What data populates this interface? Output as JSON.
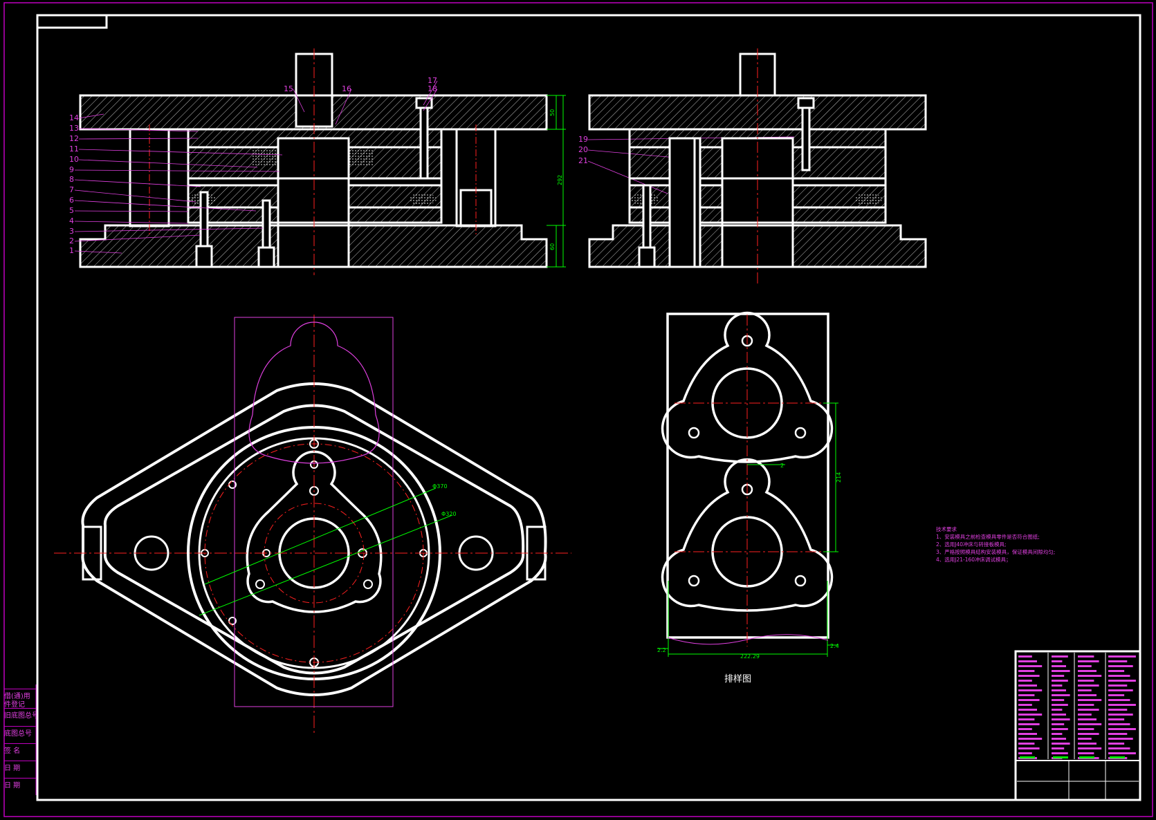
{
  "colors": {
    "background": "#000000",
    "outline": "#ffffff",
    "border": "#c000c0",
    "leader_lines": "#e040e0",
    "centerline": "#ff2020",
    "dimension": "#00ff00",
    "hatch": "#bfbfbf"
  },
  "part_numbers": [
    "1",
    "2",
    "3",
    "4",
    "5",
    "6",
    "7",
    "8",
    "9",
    "10",
    "11",
    "12",
    "13",
    "14",
    "15",
    "16",
    "17",
    "18",
    "19",
    "20",
    "21"
  ],
  "dimensions": {
    "upper_plate": "50",
    "total_height": "292",
    "lower_plate": "60",
    "bolt_circle_outer": "Φ370",
    "bolt_circle_inner": "Φ320",
    "pitch": "214",
    "gap": "2",
    "strip_width": "222.29",
    "edge_left": "2.2",
    "edge_right": "2.4"
  },
  "layout_title": "排样图",
  "tech_notes": {
    "heading": "技术要求",
    "lines": [
      "1、安装模具之前检查模具零件是否符合图纸;",
      "2、选用J40冲床与转接板模具;",
      "3、严格按照模具结构安装模具，保证模具间隙均匀;",
      "4、选用J21-160冲床调试模具；"
    ]
  },
  "side_table": [
    "借(通)用",
    "件登记",
    "旧底图总号",
    "底图总号",
    "签 名",
    "日 期",
    "日 期"
  ]
}
